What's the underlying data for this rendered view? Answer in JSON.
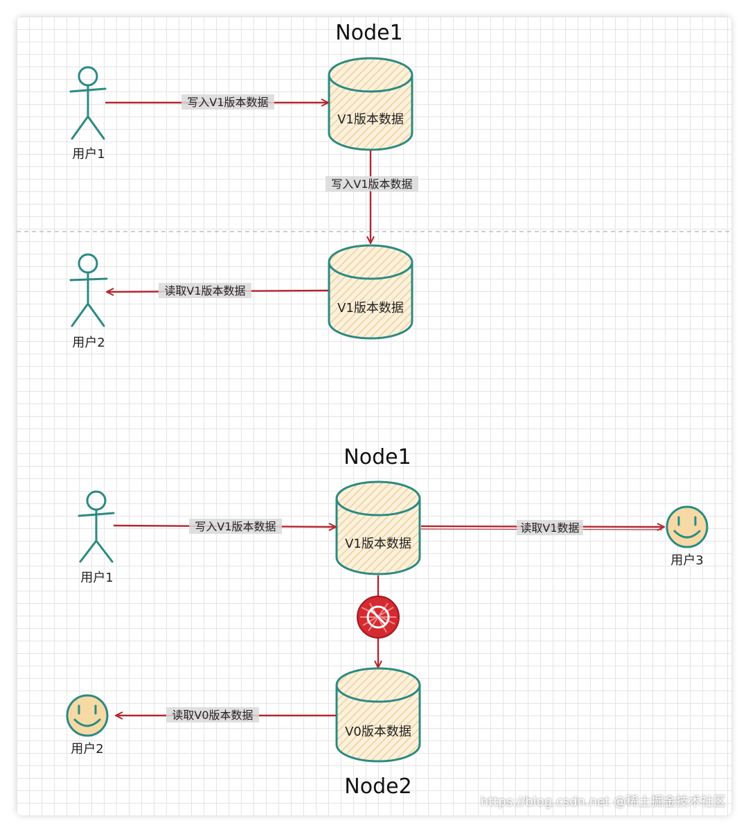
{
  "diagram": {
    "top": {
      "title": "Node1",
      "user1": "用户1",
      "user2": "用户2",
      "db1": "V1版本数据",
      "db2": "V1版本数据",
      "edge_write": "写入V1版本数据",
      "edge_sync": "写入V1版本数据",
      "edge_read": "读取V1版本数据"
    },
    "bottom": {
      "title_node1": "Node1",
      "title_node2": "Node2",
      "user1": "用户1",
      "user2": "用户2",
      "user3": "用户3",
      "db1": "V1版本数据",
      "db2": "V0版本数据",
      "edge_write": "写入V1版本数据",
      "edge_read_v1": "读取V1数据",
      "edge_read_v0": "读取V0版本数据"
    },
    "colors": {
      "actor": "#2a8a82",
      "arrow": "#b3262e",
      "db_fill": "#f7e6c6",
      "face_fill": "#f6d9a4",
      "blocked": "#d42a30"
    },
    "icons": [
      "stick-figure-icon",
      "smiley-face-icon",
      "database-cylinder-icon",
      "blocked-icon"
    ]
  },
  "watermark": "https://blog.csdn.net @稀土掘金技术社区"
}
